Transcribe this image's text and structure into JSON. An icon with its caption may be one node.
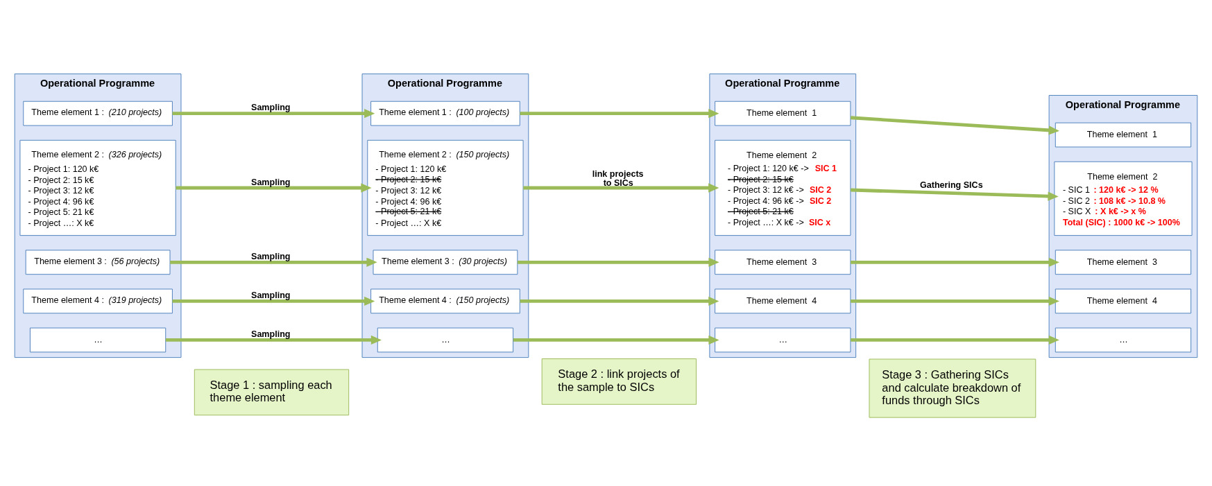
{
  "diagram": {
    "nodes": [
      {
        "text": [
          "Operational Programme"
        ]
      },
      {
        "text": [
          "Theme element 1 : *(210 projects)*"
        ],
        "in": 0
      },
      {
        "text": [
          "Theme element 2 : *(326 projects)*",
          "- Project 1: 120 k€",
          "- Project 2: 15 k€",
          "- Project 3: 12 k€",
          "- Project 4: 96 k€",
          "- Project 5: 21 k€",
          "- Project …: X k€"
        ],
        "in": 0
      },
      {
        "text": [
          "Theme element 3 : *(56 projects)*"
        ],
        "in": 0
      },
      {
        "text": [
          "Theme element 4 : *(319 projects)*"
        ],
        "in": 0
      },
      {
        "text": [
          "…"
        ],
        "in": 0
      },
      {
        "text": [
          "Operational Programme"
        ]
      },
      {
        "text": [
          "Theme element 1 : *(100 projects)*"
        ],
        "in": 6
      },
      {
        "text": [
          "Theme element 2 : *(150 projects)*",
          "- Project 1: 120 k€",
          "- Project 2: 15 k€",
          "- Project 3: 12 k€",
          "- Project 4: 96 k€",
          "- Project 5: 21 k€",
          "- Project …: X k€"
        ],
        "in": 6
      },
      {
        "text": [
          "Theme element 3 : *(30 projects)*"
        ],
        "in": 6
      },
      {
        "text": [
          "Theme element 4 : *(150 projects)*"
        ],
        "in": 6
      },
      {
        "text": [
          "…"
        ],
        "in": 6
      },
      {
        "text": [
          "Operational Programme"
        ]
      },
      {
        "text": [
          "Theme element  1"
        ],
        "in": 12
      },
      {
        "text": [
          "Theme element  2",
          "- Project 1: 120 k€ -> **SIC 1**",
          "- Project 2: 15 k€",
          "- Project 3: 12 k€ -> **SIC 2**",
          "- Project 4: 96 k€ -> **SIC 2**",
          "- Project 5: 21 k€",
          "- Project …: X k€ -> **SIC x**"
        ],
        "in": 12
      },
      {
        "text": [
          "Theme element  3"
        ],
        "in": 12
      },
      {
        "text": [
          "Theme element  4"
        ],
        "in": 12
      },
      {
        "text": [
          "…"
        ],
        "in": 12
      },
      {
        "text": [
          "Operational Programme"
        ]
      },
      {
        "text": [
          "Theme element  1"
        ],
        "in": 18
      },
      {
        "text": [
          "Theme element  2",
          "- SIC 1 **: 120 k€ -> 12 %**",
          "- SIC 2 **: 108 k€ -> 10.8 %**",
          "- SIC X **: X k€ -> x %**",
          "Total (SIC) : 1000 k€ -> 100%"
        ],
        "in": 18
      },
      {
        "text": [
          "Theme element  3"
        ],
        "in": 18
      },
      {
        "text": [
          "Theme element  4"
        ],
        "in": 18
      },
      {
        "text": [
          "…"
        ],
        "in": 18
      },
      {
        "text": [
          "Stage 1 : sampling each theme element"
        ]
      },
      {
        "text": [
          "Stage 2 : link projects of the sample to SICs"
        ]
      },
      {
        "text": [
          "Stage 3 : Gathering SICs and calculate breakdown of funds through SICs"
        ]
      }
    ],
    "edges": [
      {
        "from": 1,
        "to": 7,
        "arrow": "to",
        "label": "Sampling"
      },
      {
        "from": 2,
        "to": 8,
        "arrow": "to",
        "label": "Sampling"
      },
      {
        "from": 3,
        "to": 9,
        "arrow": "to",
        "label": "Sampling"
      },
      {
        "from": 4,
        "to": 10,
        "arrow": "to",
        "label": "Sampling"
      },
      {
        "from": 5,
        "to": 11,
        "arrow": "to",
        "label": "Sampling"
      },
      {
        "from": 7,
        "to": 13,
        "arrow": "to"
      },
      {
        "from": 8,
        "to": 14,
        "arrow": "to",
        "label": "link projects to SICs"
      },
      {
        "from": 9,
        "to": 15,
        "arrow": "to"
      },
      {
        "from": 10,
        "to": 16,
        "arrow": "to"
      },
      {
        "from": 11,
        "to": 17,
        "arrow": "to"
      },
      {
        "from": 13,
        "to": 19,
        "arrow": "to"
      },
      {
        "from": 14,
        "to": 20,
        "arrow": "to",
        "label": "Gathering SICs"
      },
      {
        "from": 15,
        "to": 21,
        "arrow": "to"
      },
      {
        "from": 16,
        "to": 22,
        "arrow": "to"
      },
      {
        "from": 17,
        "to": 23,
        "arrow": "to"
      }
    ]
  }
}
